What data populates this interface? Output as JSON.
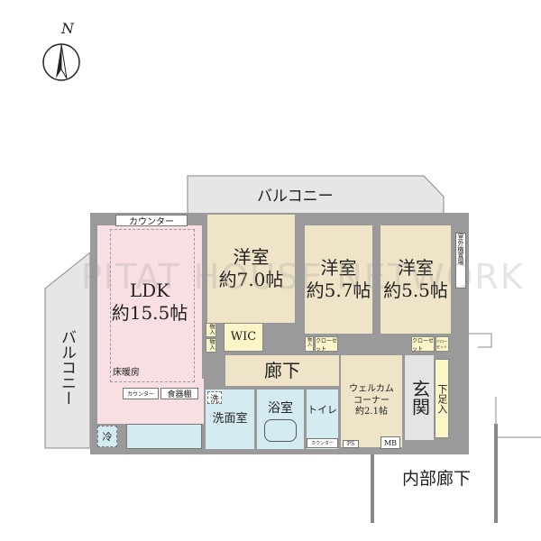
{
  "compass": {
    "label": "N"
  },
  "watermark": "PITAT HOUSE NETWORK",
  "balcony_top": "バルコニー",
  "balcony_left": "バルコニー",
  "ldk": {
    "name": "LDK",
    "size": "約15.5帖",
    "floor_heating": "床暖房",
    "counter_top": "カウンター",
    "counter_bottom": "カウンター",
    "cupboard": "食器棚",
    "fridge": "冷"
  },
  "storage": [
    "物入",
    "物入"
  ],
  "room1": {
    "name": "洋室",
    "size": "約7.0帖"
  },
  "wic": "WIC",
  "room2": {
    "name": "洋室",
    "size": "約5.7帖",
    "closet": "クローゼット",
    "small": "物入"
  },
  "room3": {
    "name": "洋室",
    "size": "約5.5帖",
    "closet": "クローゼット",
    "closet_small": "クローゼット"
  },
  "outdoor_unit": "室外機置場",
  "hallway": "廊下",
  "welcome": {
    "name": "ウェルカムコーナー",
    "size": "約2.1帖"
  },
  "entrance": "玄関",
  "shoe_box": "下足入",
  "washroom": {
    "name": "洗面室",
    "washer": "洗"
  },
  "bathroom": "浴室",
  "toilet": {
    "name": "トイレ",
    "counter": "カウンター"
  },
  "ps": "PS",
  "mb": "MB",
  "inner_corridor": "内部廊下"
}
